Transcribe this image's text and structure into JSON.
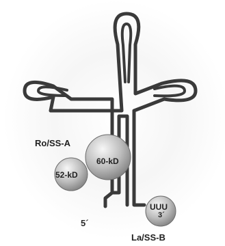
{
  "diagram": {
    "labels": {
      "ro_ssa": "Ro/SS-A",
      "la_ssb": "La/SS-B",
      "five_prime": "5´",
      "p60": "60-kD",
      "p52": "52-kD",
      "uuu": "UUU",
      "three_prime": "3´"
    },
    "colors": {
      "rna_stroke": "#3a3a3a",
      "background_glow": "#f1f1f1",
      "protein_light": "#f4f4f4",
      "protein_dark": "#8d8d8d"
    }
  }
}
